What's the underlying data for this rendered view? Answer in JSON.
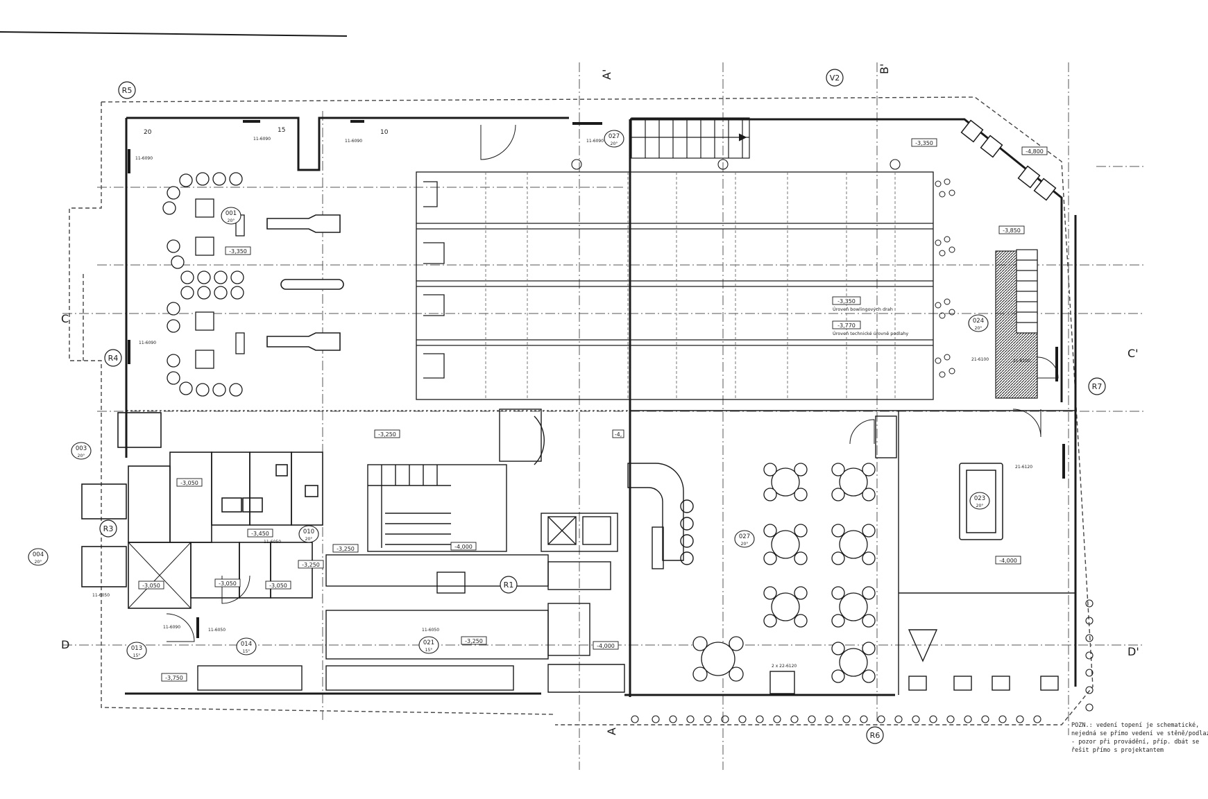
{
  "axes": {
    "R5": "R5",
    "R4": "R4",
    "R3": "R3",
    "R1": "R1",
    "R6": "R6",
    "R7": "R7",
    "V2": "V2"
  },
  "sections": {
    "A_top": "A'",
    "A_bottom": "A",
    "B_top": "B'",
    "C_left": "C",
    "C_right": "C'",
    "D_left": "D",
    "D_right": "D'"
  },
  "rooms": [
    {
      "id": "001",
      "level": "20°"
    },
    {
      "id": "003",
      "level": "20°"
    },
    {
      "id": "004",
      "level": "20°"
    },
    {
      "id": "010",
      "level": "20°"
    },
    {
      "id": "013",
      "level": "15°"
    },
    {
      "id": "014",
      "level": "15°"
    },
    {
      "id": "021",
      "level": "15°"
    },
    {
      "id": "023",
      "level": "20°"
    },
    {
      "id": "024",
      "level": "20°"
    },
    {
      "id": "027",
      "level": "20°"
    },
    {
      "id": "027",
      "level": "20°"
    }
  ],
  "elevations": {
    "e001": "-3,350",
    "e_top_right": "-3,350",
    "e_corner": "-4,800",
    "e_stairs": "-3,850",
    "e_lane1": "-3,350",
    "e_lane2": "-3,770",
    "e_hall": "-3,250",
    "e_mid": "-4,",
    "e_wc1": "-3,050",
    "e_wc2": "-3,050",
    "e_wc3": "-3,050",
    "e_wc4": "-3,450",
    "e_stair2": "-4,000",
    "e_corr": "-3,250",
    "e_corr2": "-3,250",
    "e_kitchen": "-3,250",
    "e_right_room": "-4,000",
    "e_bottom_mid": "-4,000",
    "e_bottom_left": "-3,750",
    "e_wc5": "-3,050"
  },
  "lane_notes": {
    "l1": "Úroveň bowlingových drah",
    "l2": "Úroveň technické úrovně podlahy"
  },
  "heater_codes": {
    "h1": "11-6090",
    "h2": "11-6090",
    "h3": "11-6090",
    "h4": "11-6090",
    "h5": "11-6090",
    "h6": "21-6100",
    "h7": "21-6120",
    "h8": "11-6050",
    "h9": "11-6050",
    "h10": "11-6050",
    "h11": "11-6050",
    "h12": "11-6090",
    "h13": "21-6100",
    "h14": "2 x 22-6120"
  },
  "dims": {
    "d20": "20",
    "d15": "15",
    "d10": "10"
  },
  "note": [
    "POZN.: vedení topení je schematické,",
    "nejedná se přímo vedení ve stěně/podlaze",
    "- pozor při provádění, příp. dbát se",
    "řešit přímo s projektantem"
  ],
  "colors": {
    "ink": "#1a1a1a",
    "paper": "#ffffff",
    "dash": "#444444"
  }
}
